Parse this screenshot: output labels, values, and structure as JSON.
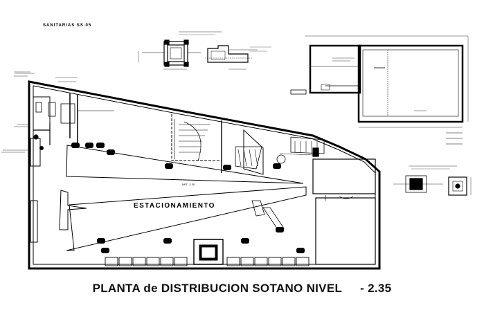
{
  "drawing": {
    "header_left": "SANITARIAS SS.05",
    "title_main": "PLANTA de DISTRIBUCION SOTANO NIVEL",
    "title_level": "- 2.35"
  },
  "plan": {
    "parking_label": "ESTACIONAMIENTO",
    "level_mark": "NPT -2.35"
  }
}
